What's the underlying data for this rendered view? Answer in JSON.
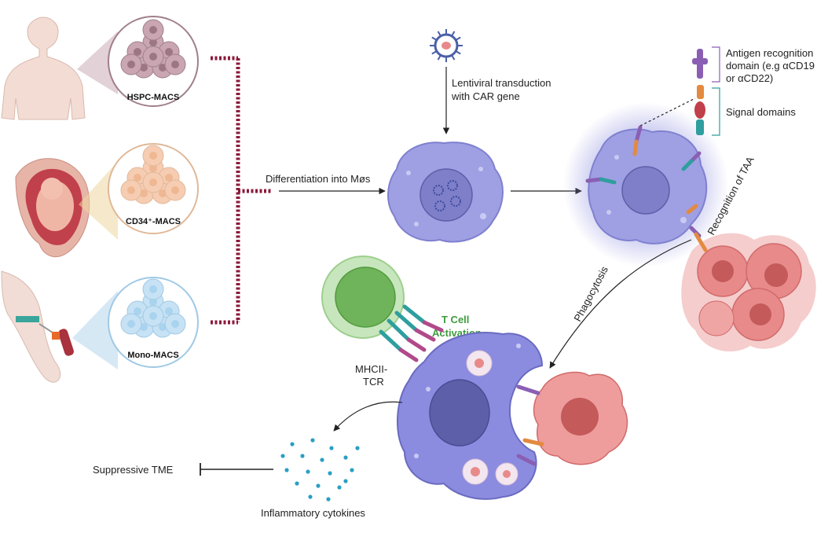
{
  "sources": {
    "hspc": "HSPC-MACS",
    "cd34": "CD34⁺-MACS",
    "mono": "Mono-MACS"
  },
  "steps": {
    "lentiviral_line1": "Lentiviral transduction",
    "lentiviral_line2": "with CAR gene",
    "differentiation": "Differentiation into Møs",
    "recognition": "Recognition of TAA",
    "phagocytosis": "Phagocytosis",
    "t_cell_line1": "T Cell",
    "t_cell_line2": "Activation",
    "mhc_line1": "MHCII-",
    "mhc_line2": "TCR",
    "suppressive": "Suppressive TME",
    "cytokines": "Inflammatory cytokines"
  },
  "car_legend": {
    "antigen_line1": "Antigen recognition",
    "antigen_line2": "domain (e.g αCD19",
    "antigen_line3": "or αCD22)",
    "signal": "Signal domains"
  },
  "colors": {
    "macrophage": "#7f80cf",
    "macrophage_dark": "#5d5fa8",
    "tumor": "#e88a8a",
    "tcell": "#9dcf8e",
    "dotted_line": "#8b1a3a",
    "virus": "#4a5fa8",
    "accent_green": "#3f9b3f"
  }
}
